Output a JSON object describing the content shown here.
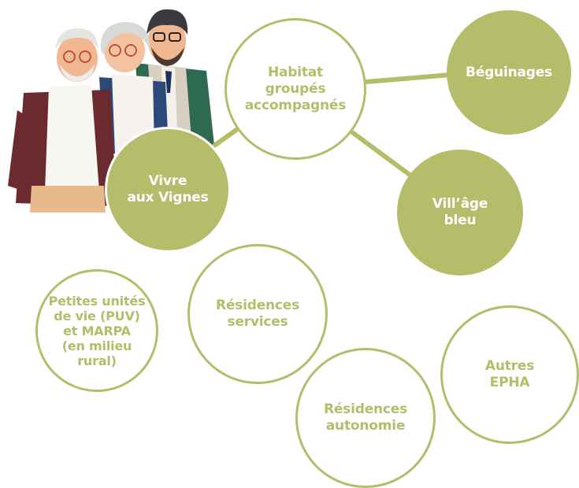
{
  "colors": {
    "accent": "#b5bc6a",
    "background": "#ffffff"
  },
  "illustration": {
    "icon": "elderly-people-group-illustration"
  },
  "nodes": {
    "habitat": "Habitat\ngroupés\naccompagnés",
    "beguinages": "Béguinages",
    "vivre": "Vivre\naux Vignes",
    "village": "Vill’âge\nbleu",
    "puv": "Petites unités\nde vie (PUV)\net MARPA\n(en milieu\nrural)",
    "residences_services": "Résidences\nservices",
    "autres": "Autres\nEPHA",
    "residences_autonomie": "Résidences\nautonomie"
  }
}
